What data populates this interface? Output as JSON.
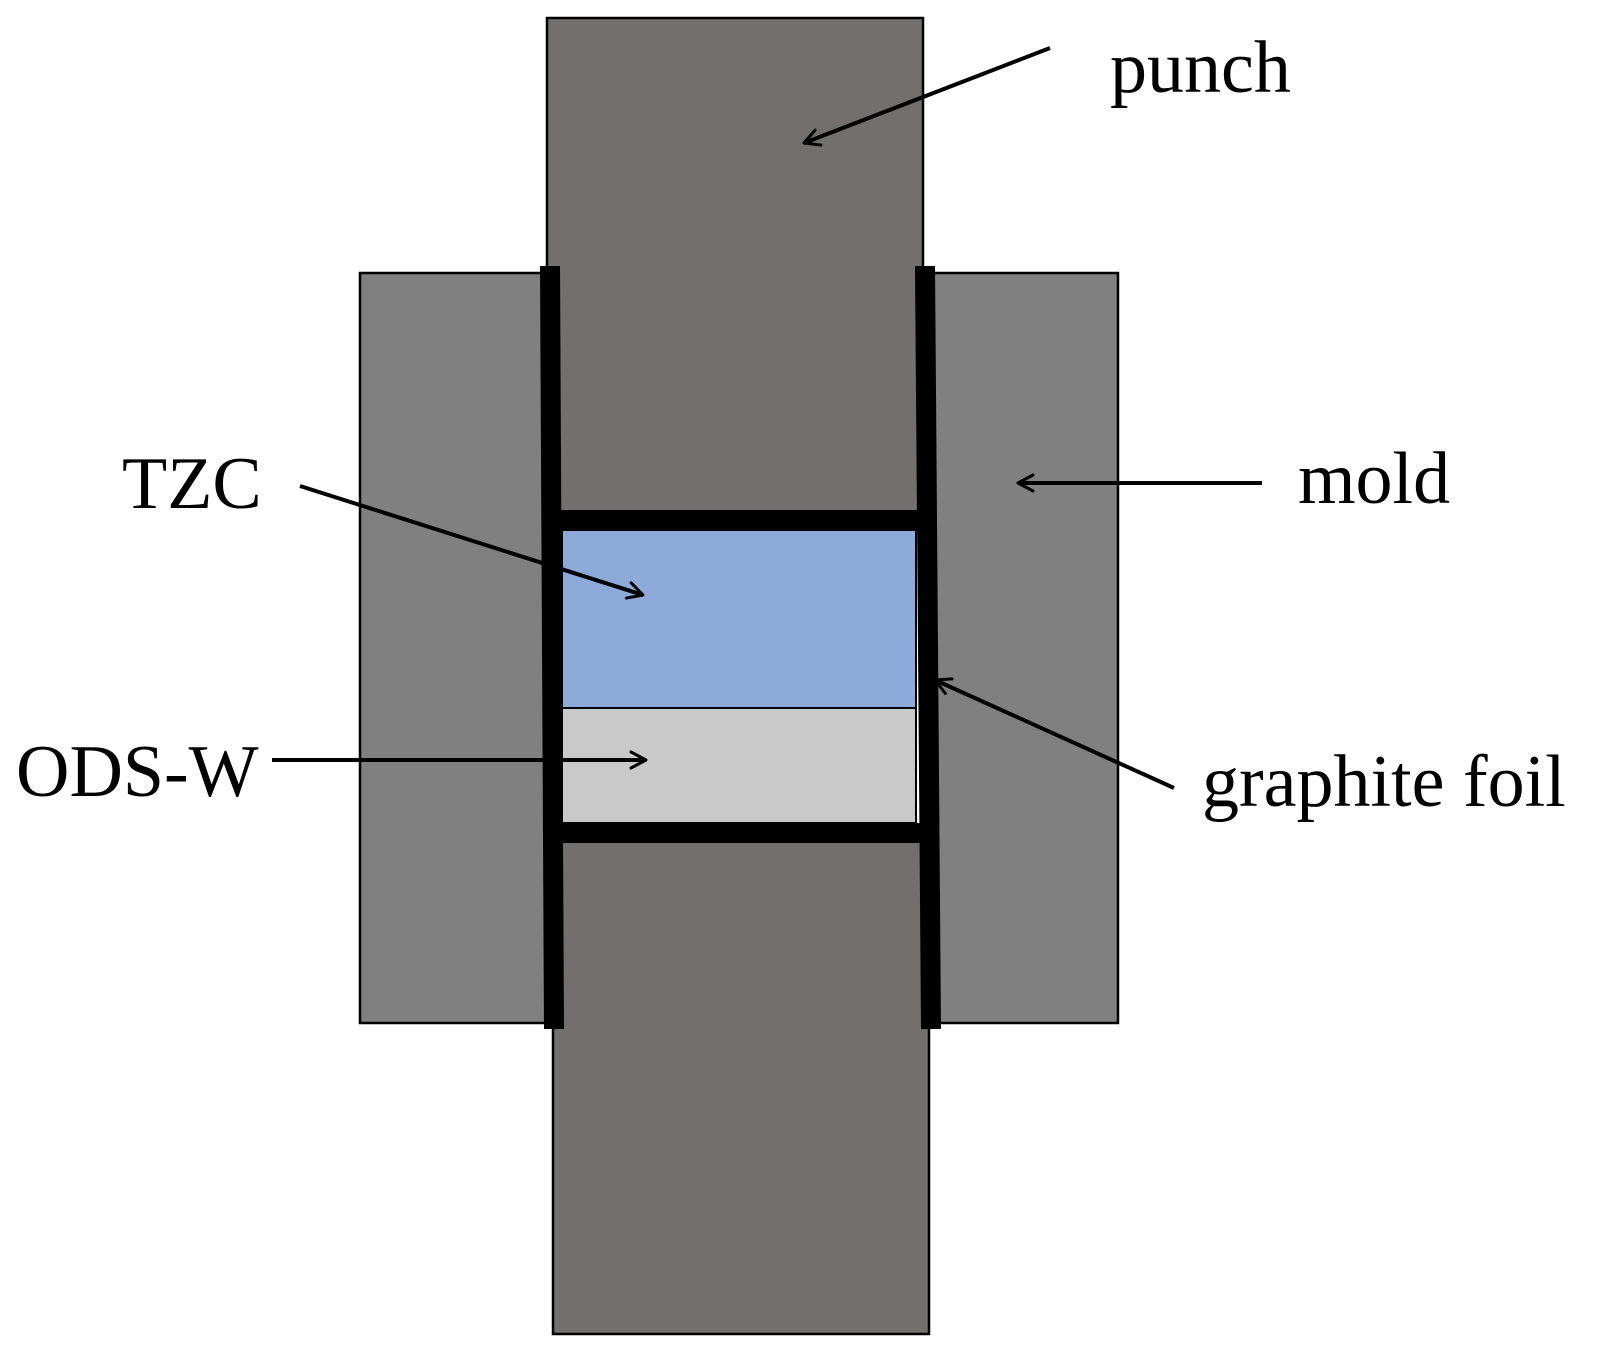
{
  "labels": {
    "punch": "punch",
    "mold": "mold",
    "tzc": "TZC",
    "ods_w": "ODS-W",
    "graphite_foil": "graphite foil"
  },
  "colors": {
    "punch": "#746f6f",
    "mold": "#808080",
    "tzc": "#8eaadb",
    "ods_w": "#c9c9c9",
    "graphite_foil": "#000000",
    "text": "#000000",
    "background": "#ffffff"
  }
}
